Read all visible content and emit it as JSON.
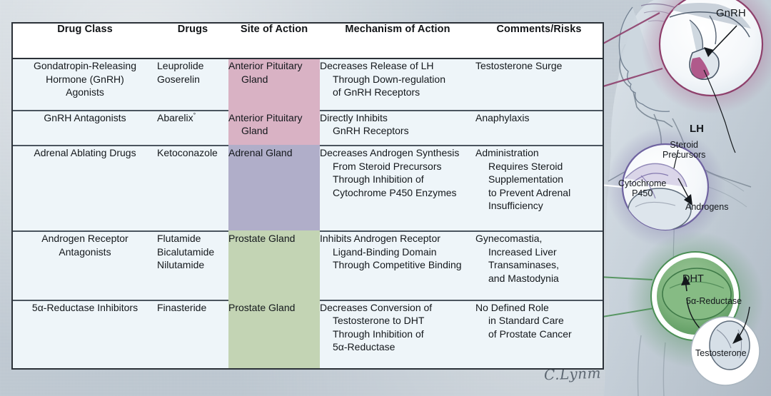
{
  "figure": {
    "signature": "C.Lynm"
  },
  "table": {
    "headers": [
      "Drug Class",
      "Drugs",
      "Site of Action",
      "Mechanism of Action",
      "Comments/Risks"
    ],
    "rows": [
      {
        "drug_class": [
          "Gondatropin-Releasing",
          "Hormone (GnRH)",
          "Agonists"
        ],
        "drugs": [
          "Leuprolide",
          "Goserelin"
        ],
        "site_of_action": [
          "Anterior Pituitary",
          "Gland"
        ],
        "site_color": "#d9b2c4",
        "mechanism": [
          "Decreases Release of LH",
          "Through Down-regulation",
          "of GnRH Receptors"
        ],
        "comments": [
          "Testosterone Surge"
        ]
      },
      {
        "drug_class": [
          "GnRH Antagonists"
        ],
        "drugs": [
          "Abarelix"
        ],
        "drugs_superscript": "°",
        "site_of_action": [
          "Anterior Pituitary",
          "Gland"
        ],
        "site_color": "#d9b2c4",
        "mechanism": [
          "Directly Inhibits",
          "GnRH Receptors"
        ],
        "comments": [
          "Anaphylaxis"
        ]
      },
      {
        "drug_class": [
          "Adrenal Ablating Drugs"
        ],
        "drugs": [
          "Ketoconazole"
        ],
        "site_of_action": [
          "Adrenal Gland"
        ],
        "site_color": "#b0aec9",
        "mechanism": [
          "Decreases Androgen Synthesis",
          "From Steroid Precursors",
          "Through Inhibition of",
          "Cytochrome P450 Enzymes"
        ],
        "comments": [
          "Administration",
          "Requires Steroid",
          "Supplementation",
          "to Prevent Adrenal",
          "Insufficiency"
        ]
      },
      {
        "drug_class": [
          "Androgen Receptor",
          "Antagonists"
        ],
        "drugs": [
          "Flutamide",
          "Bicalutamide",
          "Nilutamide"
        ],
        "site_of_action": [
          "Prostate Gland"
        ],
        "site_color": "#c3d4b4",
        "mechanism": [
          "Inhibits Androgen Receptor",
          "Ligand-Binding Domain",
          "Through Competitive Binding"
        ],
        "comments": [
          "Gynecomastia,",
          "Increased Liver",
          "Transaminases,",
          "and Mastodynia"
        ]
      },
      {
        "drug_class": [
          "5α-Reductase Inhibitors"
        ],
        "drugs": [
          "Finasteride"
        ],
        "site_of_action": [
          "Prostate Gland"
        ],
        "site_color": "#c3d4b4",
        "mechanism": [
          "Decreases Conversion of",
          "Testosterone to DHT",
          "Through Inhibition of",
          "5α-Reductase"
        ],
        "comments": [
          "No Defined Role",
          "in Standard Care",
          "of Prostate Cancer"
        ]
      }
    ]
  },
  "illustration": {
    "labels": {
      "gnrh": "GnRH",
      "lh": "LH",
      "steroid_precursors_line1": "Steroid",
      "steroid_precursors_line2": "Precursors",
      "cytochrome_line1": "Cytochrome",
      "cytochrome_line2": "P450",
      "androgens": "Androgens",
      "dht": "DHT",
      "five_alpha_reductase": "5α-Reductase",
      "testosterone": "Testosterone"
    },
    "colors": {
      "pituitary_accent": "#8e3f6b",
      "adrenal_accent": "#6f63a0",
      "prostate_accent": "#4b8f55",
      "body_tone": "#b8c4ce"
    }
  }
}
